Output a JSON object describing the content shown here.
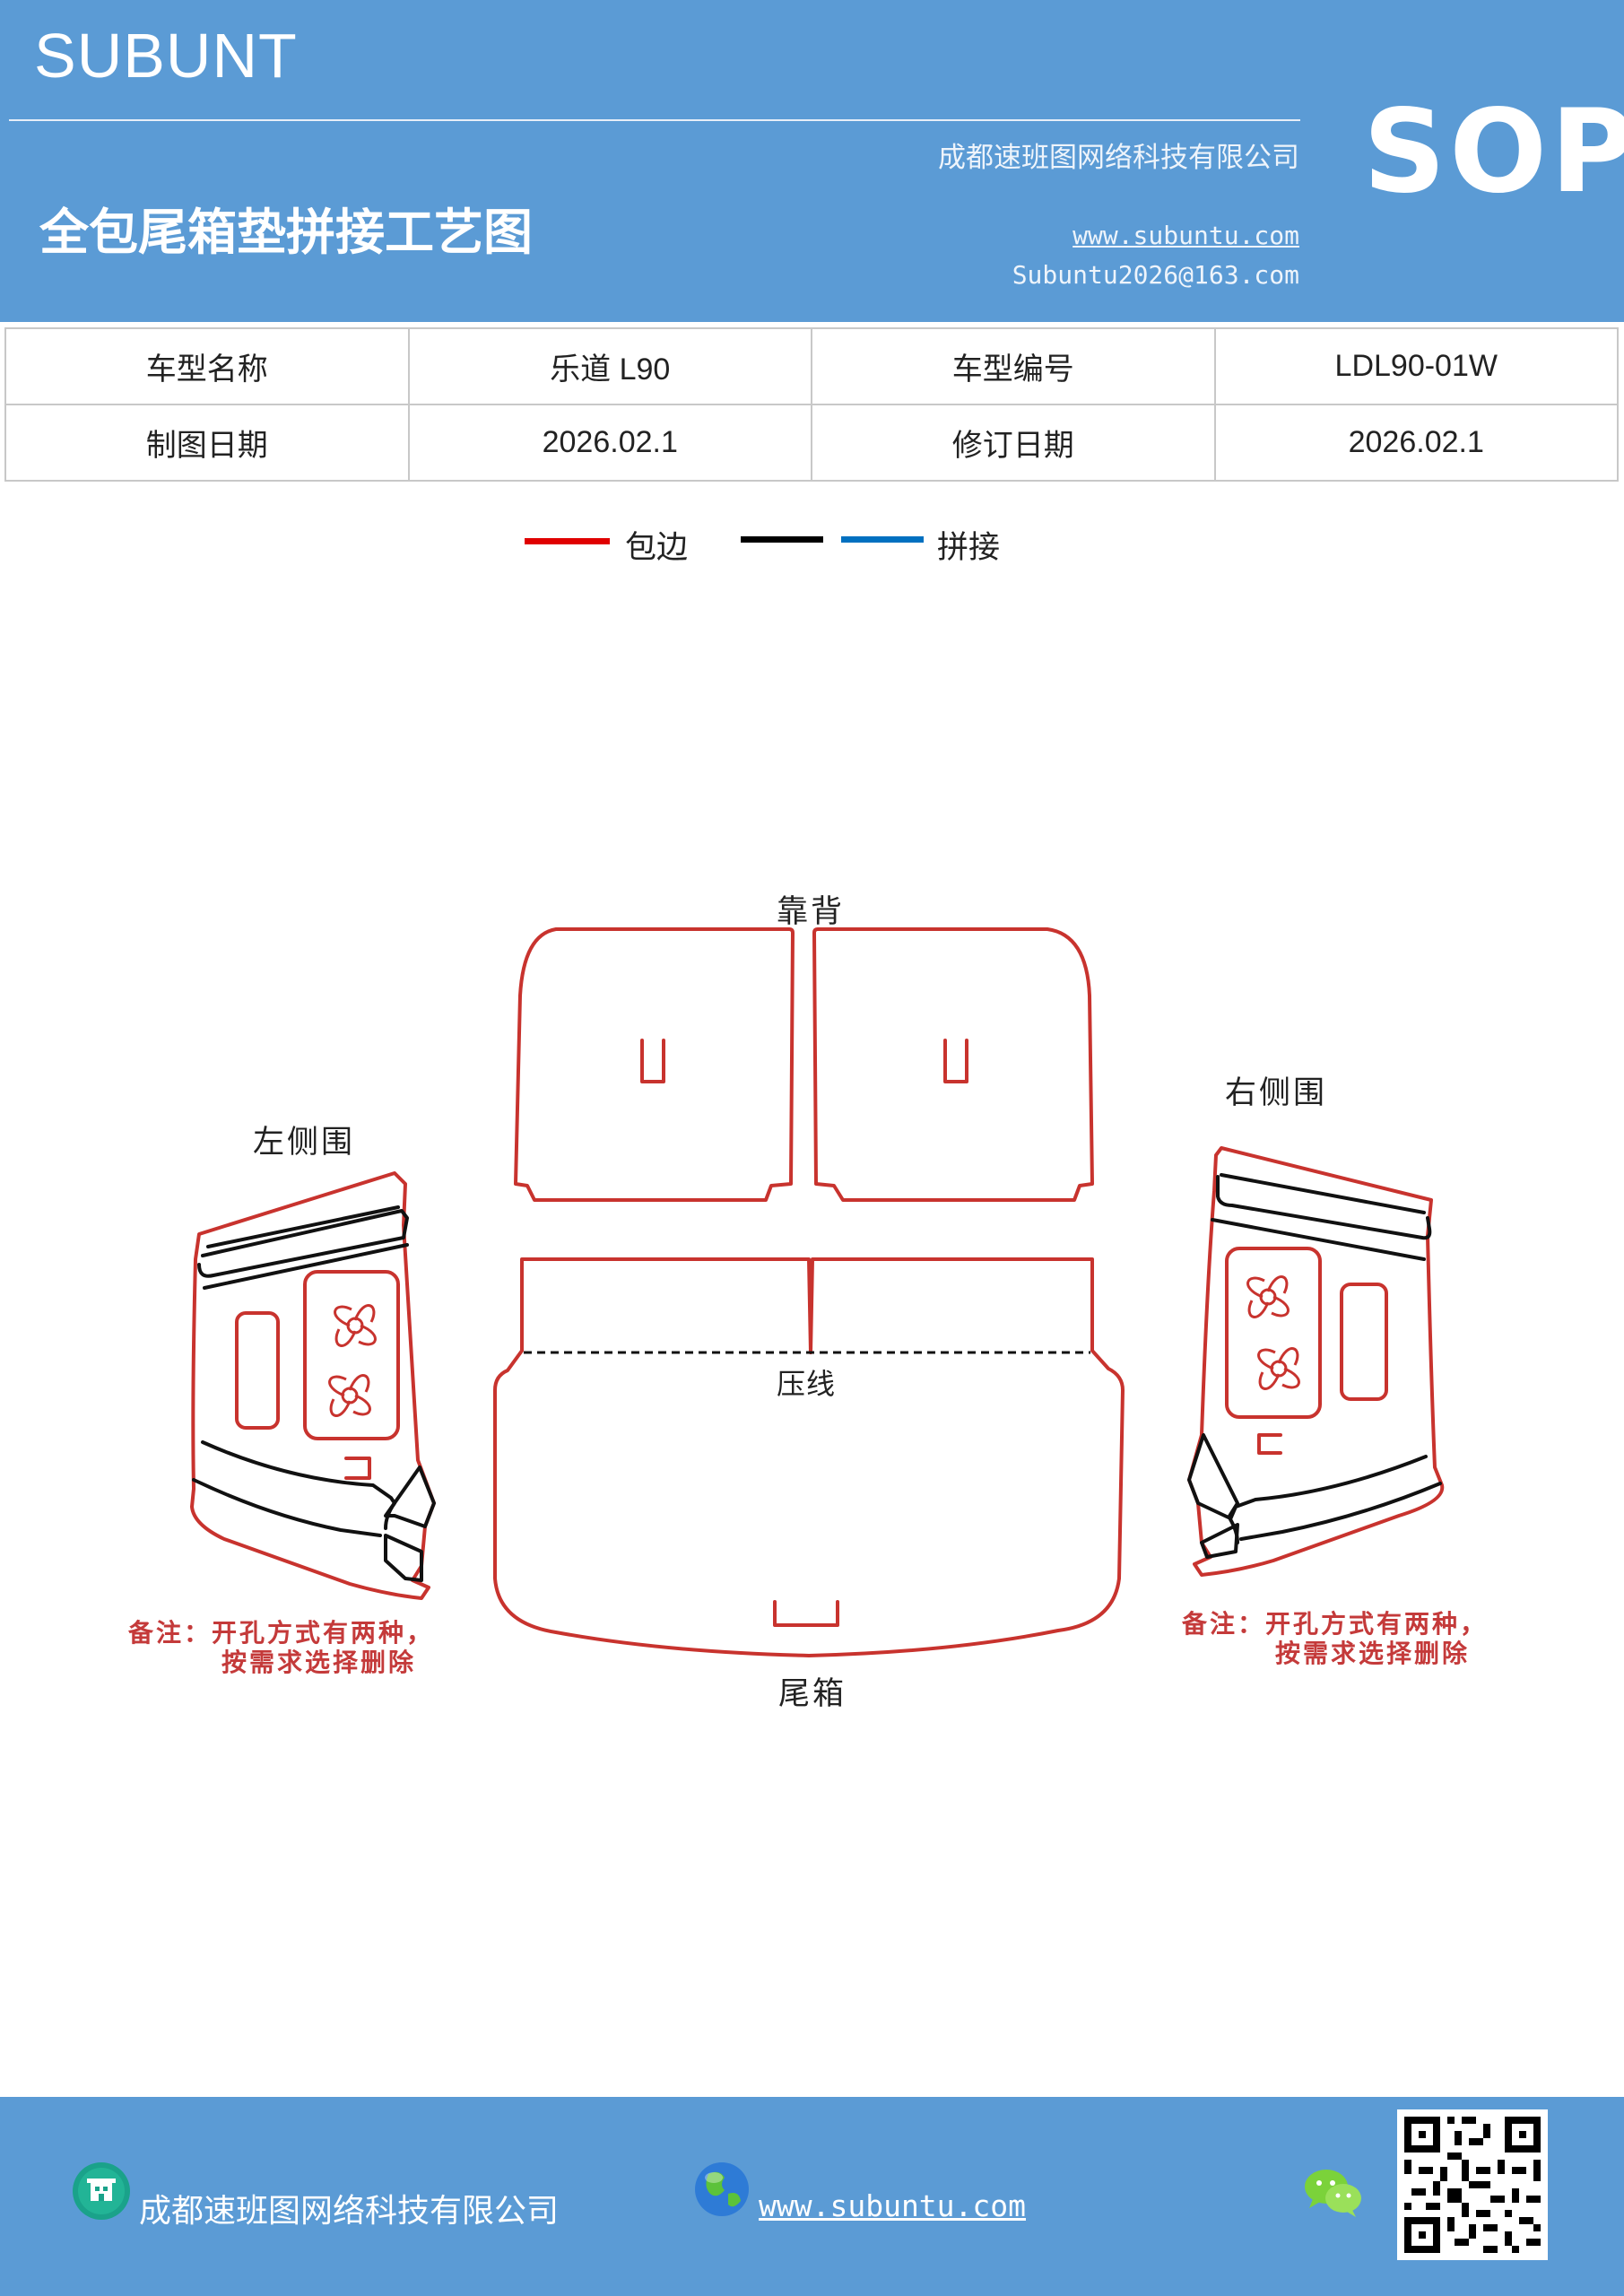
{
  "header": {
    "brand": "SUBUNT",
    "company": "成都速班图网络科技有限公司",
    "title": "全包尾箱垫拼接工艺图",
    "url": "www.subuntu.com",
    "email": "Subuntu2026@163.com",
    "badge": "SOP"
  },
  "info": {
    "model_name_label": "车型名称",
    "model_name_value": "乐道 L90",
    "model_code_label": "车型编号",
    "model_code_value": "LDL90-01W",
    "draw_date_label": "制图日期",
    "draw_date_value": "2026.02.1",
    "revise_date_label": "修订日期",
    "revise_date_value": "2026.02.1"
  },
  "legend": {
    "edge_label": "包边",
    "splice_label": "拼接",
    "colors": {
      "edge": "#e00000",
      "black": "#000000",
      "splice": "#0070c0"
    }
  },
  "diagram": {
    "backrest": "靠背",
    "left_side": "左侧围",
    "right_side": "右侧围",
    "crease": "压线",
    "trunk": "尾箱",
    "note_line1": "备注：开孔方式有两种，",
    "note_line2": "按需求选择删除",
    "colors": {
      "outline": "#c8332e",
      "black": "#111111",
      "note": "#c43a3a"
    }
  },
  "footer": {
    "company": "成都速班图网络科技有限公司",
    "url": "www.subuntu.com ",
    "icons": [
      "building-icon",
      "globe-icon",
      "wechat-icon",
      "qr-code"
    ]
  }
}
